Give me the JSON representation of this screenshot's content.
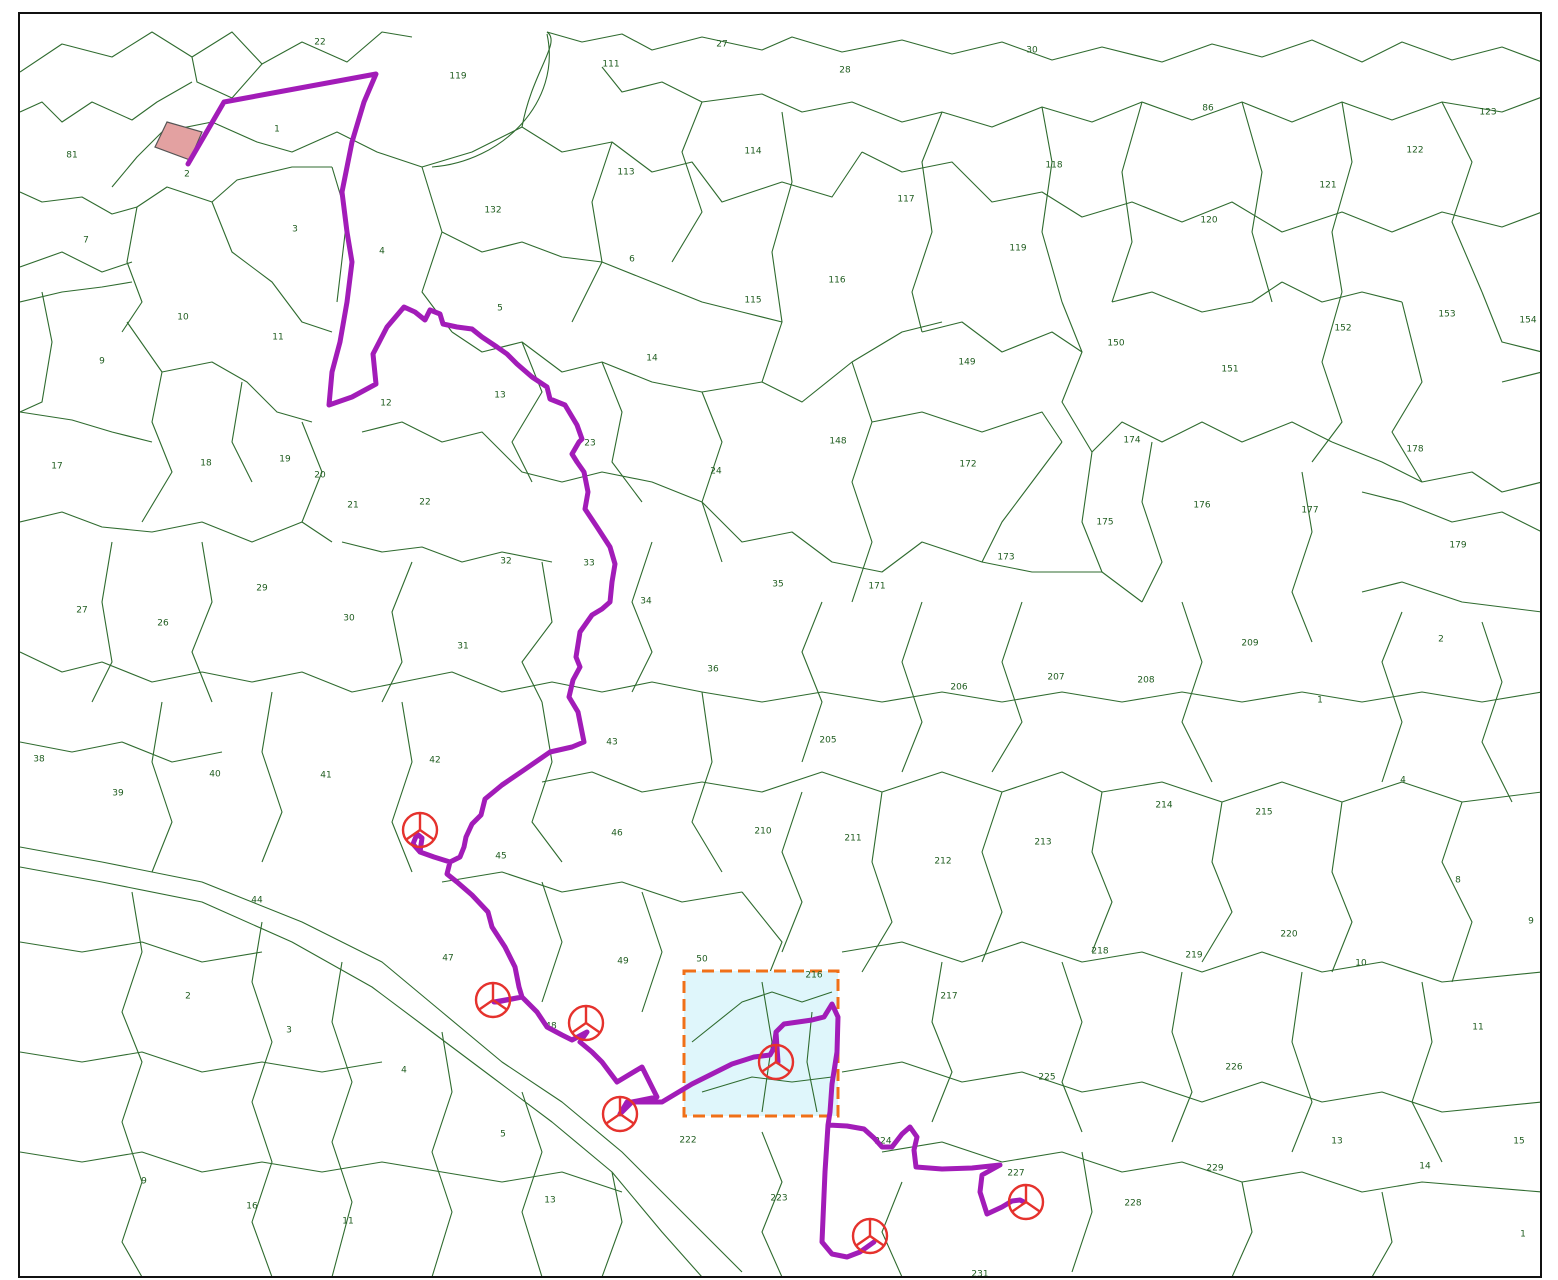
{
  "map": {
    "style": {
      "parcel_stroke": "#2f6b2f",
      "label_color": "#1f5c1f",
      "route_color": "#a21cb8",
      "turbine_color": "#e5322d",
      "highlight_fill": "#dff6fb",
      "highlight_stroke": "#f07018",
      "start_parcel_fill": "#e3a1a1"
    },
    "icons": {
      "turbine": "wind-turbine-icon"
    },
    "plots": [
      {
        "id": "p1",
        "label": "22"
      },
      {
        "id": "p2",
        "label": "119"
      },
      {
        "id": "p3",
        "label": "111"
      },
      {
        "id": "p4",
        "label": "27"
      },
      {
        "id": "p5",
        "label": "28"
      },
      {
        "id": "p6",
        "label": "30"
      },
      {
        "id": "p7",
        "label": "86"
      },
      {
        "id": "p8",
        "label": "123"
      },
      {
        "id": "p9",
        "label": "81"
      },
      {
        "id": "p10",
        "label": "1"
      },
      {
        "id": "p11",
        "label": "2"
      },
      {
        "id": "p12",
        "label": "113"
      },
      {
        "id": "p13",
        "label": "114"
      },
      {
        "id": "p14",
        "label": "118"
      },
      {
        "id": "p15",
        "label": "121"
      },
      {
        "id": "p16",
        "label": "122"
      },
      {
        "id": "p17",
        "label": "7"
      },
      {
        "id": "p18",
        "label": "3"
      },
      {
        "id": "p19",
        "label": "132"
      },
      {
        "id": "p20",
        "label": "117"
      },
      {
        "id": "p21",
        "label": "120"
      },
      {
        "id": "p22",
        "label": "4"
      },
      {
        "id": "p23",
        "label": "6"
      },
      {
        "id": "p24",
        "label": "119"
      },
      {
        "id": "p25",
        "label": "116"
      },
      {
        "id": "p26",
        "label": "10"
      },
      {
        "id": "p27",
        "label": "5"
      },
      {
        "id": "p28",
        "label": "115"
      },
      {
        "id": "p29",
        "label": "153"
      },
      {
        "id": "p30",
        "label": "154"
      },
      {
        "id": "p31",
        "label": "152"
      },
      {
        "id": "p32",
        "label": "9"
      },
      {
        "id": "p33",
        "label": "11"
      },
      {
        "id": "p34",
        "label": "14"
      },
      {
        "id": "p35",
        "label": "149"
      },
      {
        "id": "p36",
        "label": "150"
      },
      {
        "id": "p37",
        "label": "151"
      },
      {
        "id": "p38",
        "label": "12"
      },
      {
        "id": "p39",
        "label": "13"
      },
      {
        "id": "p40",
        "label": "17"
      },
      {
        "id": "p41",
        "label": "18"
      },
      {
        "id": "p42",
        "label": "19"
      },
      {
        "id": "p43",
        "label": "23"
      },
      {
        "id": "p44",
        "label": "148"
      },
      {
        "id": "p45",
        "label": "174"
      },
      {
        "id": "p46",
        "label": "178"
      },
      {
        "id": "p47",
        "label": "20"
      },
      {
        "id": "p48",
        "label": "24"
      },
      {
        "id": "p49",
        "label": "172"
      },
      {
        "id": "p50",
        "label": "21"
      },
      {
        "id": "p51",
        "label": "22"
      },
      {
        "id": "p52",
        "label": "175"
      },
      {
        "id": "p53",
        "label": "176"
      },
      {
        "id": "p54",
        "label": "177"
      },
      {
        "id": "p55",
        "label": "179"
      },
      {
        "id": "p56",
        "label": "29"
      },
      {
        "id": "p57",
        "label": "32"
      },
      {
        "id": "p58",
        "label": "33"
      },
      {
        "id": "p59",
        "label": "173"
      },
      {
        "id": "p60",
        "label": "35"
      },
      {
        "id": "p61",
        "label": "171"
      },
      {
        "id": "p62",
        "label": "27"
      },
      {
        "id": "p63",
        "label": "26"
      },
      {
        "id": "p64",
        "label": "30"
      },
      {
        "id": "p65",
        "label": "34"
      },
      {
        "id": "p66",
        "label": "209"
      },
      {
        "id": "p67",
        "label": "2"
      },
      {
        "id": "p68",
        "label": "31"
      },
      {
        "id": "p69",
        "label": "36"
      },
      {
        "id": "p70",
        "label": "206"
      },
      {
        "id": "p71",
        "label": "207"
      },
      {
        "id": "p72",
        "label": "208"
      },
      {
        "id": "p73",
        "label": "1"
      },
      {
        "id": "p74",
        "label": "205"
      },
      {
        "id": "p75",
        "label": "38"
      },
      {
        "id": "p76",
        "label": "43"
      },
      {
        "id": "p77",
        "label": "42"
      },
      {
        "id": "p78",
        "label": "39"
      },
      {
        "id": "p79",
        "label": "40"
      },
      {
        "id": "p80",
        "label": "41"
      },
      {
        "id": "p81",
        "label": "4"
      },
      {
        "id": "p82",
        "label": "214"
      },
      {
        "id": "p83",
        "label": "215"
      },
      {
        "id": "p84",
        "label": "46"
      },
      {
        "id": "p85",
        "label": "210"
      },
      {
        "id": "p86",
        "label": "211"
      },
      {
        "id": "p87",
        "label": "213"
      },
      {
        "id": "p88",
        "label": "212"
      },
      {
        "id": "p89",
        "label": "45"
      },
      {
        "id": "p90",
        "label": "8"
      },
      {
        "id": "p91",
        "label": "44"
      },
      {
        "id": "p92",
        "label": "9"
      },
      {
        "id": "p93",
        "label": "220"
      },
      {
        "id": "p94",
        "label": "218"
      },
      {
        "id": "p95",
        "label": "219"
      },
      {
        "id": "p96",
        "label": "47"
      },
      {
        "id": "p97",
        "label": "49"
      },
      {
        "id": "p98",
        "label": "50"
      },
      {
        "id": "p99",
        "label": "216"
      },
      {
        "id": "p100",
        "label": "10"
      },
      {
        "id": "p101",
        "label": "2"
      },
      {
        "id": "p102",
        "label": "217"
      },
      {
        "id": "p103",
        "label": "3"
      },
      {
        "id": "p104",
        "label": "48"
      },
      {
        "id": "p105",
        "label": "11"
      },
      {
        "id": "p106",
        "label": "4"
      },
      {
        "id": "p107",
        "label": "225"
      },
      {
        "id": "p108",
        "label": "226"
      },
      {
        "id": "p109",
        "label": "5"
      },
      {
        "id": "p110",
        "label": "222"
      },
      {
        "id": "p111",
        "label": "224"
      },
      {
        "id": "p112",
        "label": "13"
      },
      {
        "id": "p113",
        "label": "15"
      },
      {
        "id": "p114",
        "label": "227"
      },
      {
        "id": "p115",
        "label": "229"
      },
      {
        "id": "p116",
        "label": "14"
      },
      {
        "id": "p117",
        "label": "9"
      },
      {
        "id": "p118",
        "label": "16"
      },
      {
        "id": "p119",
        "label": "13"
      },
      {
        "id": "p120",
        "label": "223"
      },
      {
        "id": "p121",
        "label": "228"
      },
      {
        "id": "p122",
        "label": "11"
      },
      {
        "id": "p123",
        "label": "1"
      },
      {
        "id": "p124",
        "label": "231"
      }
    ]
  }
}
